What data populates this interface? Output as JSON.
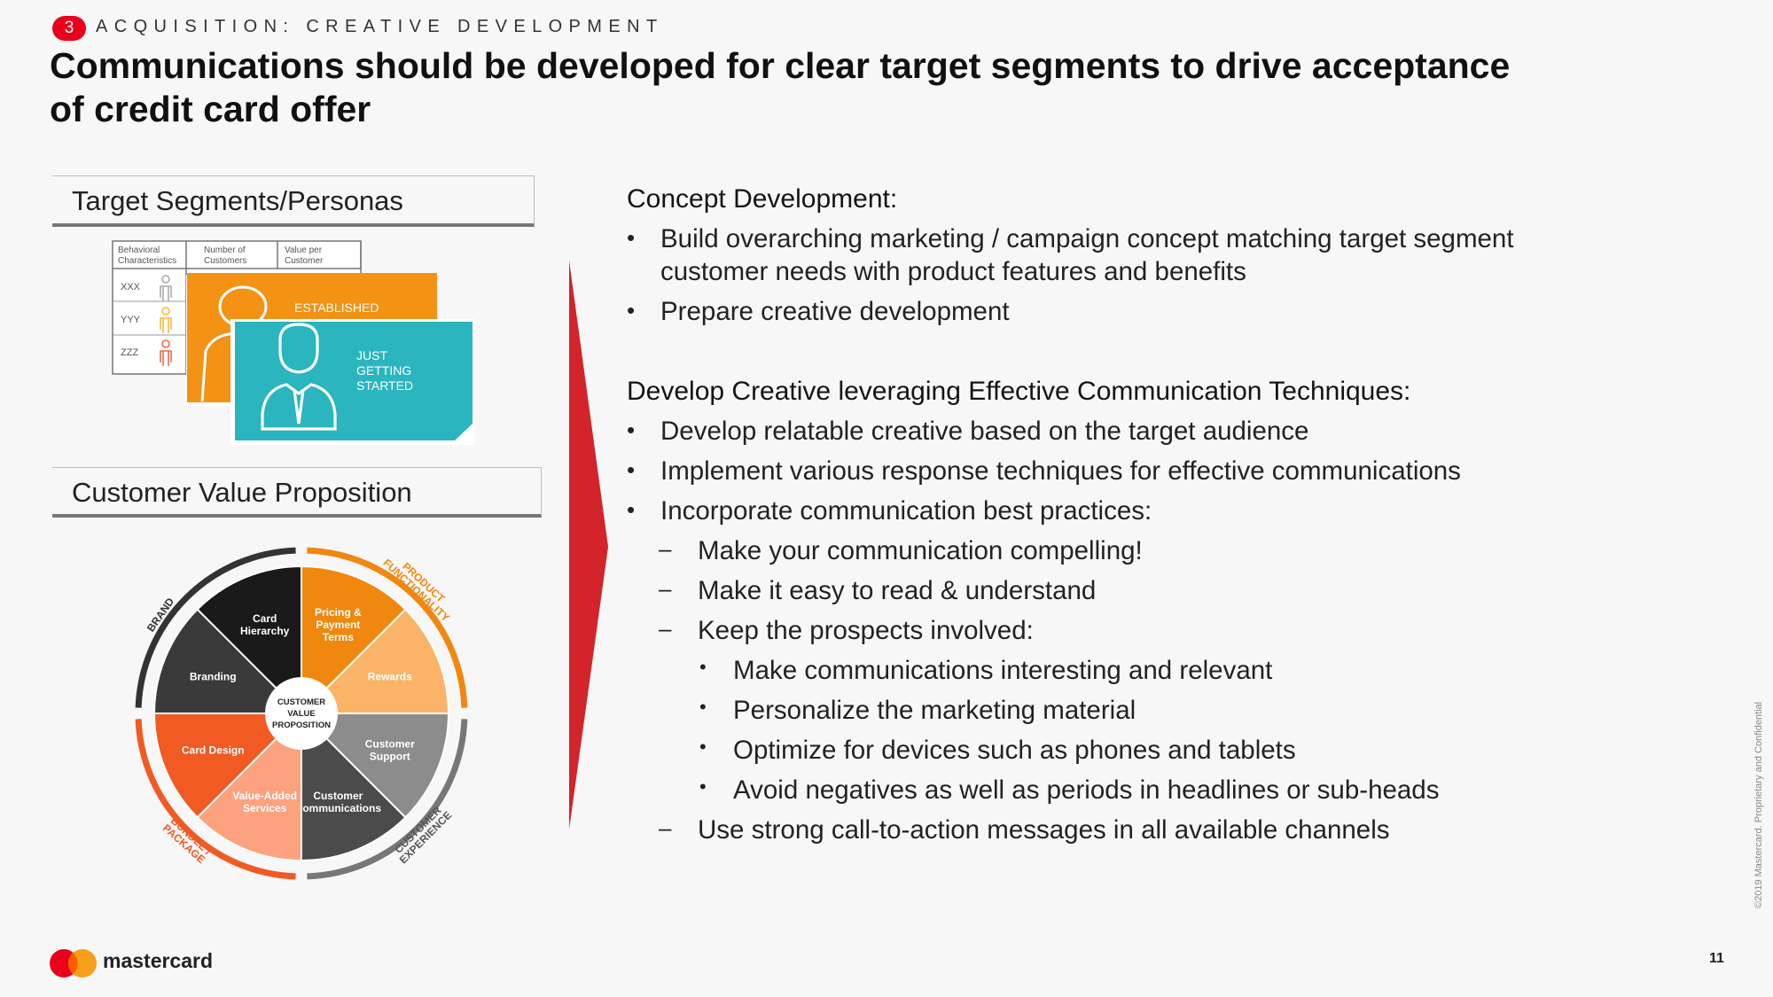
{
  "header": {
    "section_number": "3",
    "section_label": "ACQUISITION: CREATIVE DEVELOPMENT",
    "title_line1": "Communications should be developed for clear target segments to drive acceptance",
    "title_line2": "of credit card offer"
  },
  "left": {
    "segments_heading": "Target Segments/Personas",
    "segment_table": {
      "headers": [
        "Behavioral Characteristics",
        "Number of Customers",
        "Value per Customer"
      ],
      "rows": [
        "XXX",
        "YYY",
        "ZZZ"
      ]
    },
    "persona_orange_label": "ESTABLISHED",
    "persona_teal_label": [
      "JUST",
      "GETTING",
      "STARTED"
    ],
    "cvp_heading": "Customer Value Proposition",
    "wheel": {
      "center": [
        "CUSTOMER",
        "VALUE",
        "PROPOSITION"
      ],
      "segments": [
        {
          "label": [
            "Card",
            "Hierarchy"
          ],
          "color": "#1a1a1a"
        },
        {
          "label": [
            "Pricing &",
            "Payment",
            "Terms"
          ],
          "color": "#f0870f"
        },
        {
          "label": [
            "Rewards"
          ],
          "color": "#fbb467"
        },
        {
          "label": [
            "Customer",
            "Support"
          ],
          "color": "#8c8c8c"
        },
        {
          "label": [
            "Customer",
            "Communications"
          ],
          "color": "#4b4b4b"
        },
        {
          "label": [
            "Value-Added",
            "Services"
          ],
          "color": "#fca27e"
        },
        {
          "label": [
            "Card Design"
          ],
          "color": "#f15a22"
        },
        {
          "label": [
            "Branding"
          ],
          "color": "#3a3a3a"
        }
      ],
      "outer_labels": {
        "brand": "BRAND",
        "product": [
          "PRODUCT",
          "FUNCTIONALITY"
        ],
        "customer": [
          "CUSTOMER",
          "EXPERIENCE"
        ],
        "bundle": [
          "BUNDLE /",
          "PACKAGE"
        ]
      },
      "outer_colors": {
        "brand": "#333333",
        "product": "#f0870f",
        "customer": "#777777",
        "bundle": "#f15a22"
      }
    }
  },
  "right": {
    "concept_heading": "Concept Development:",
    "concept_bullets": [
      "Build overarching marketing / campaign concept matching target segment",
      "customer needs with product features and benefits",
      "Prepare creative development"
    ],
    "creative_heading": "Develop Creative leveraging Effective Communication Techniques:",
    "creative_bullets": [
      "Develop relatable creative based on the target audience",
      "Implement various response techniques for effective communications",
      "Incorporate communication best practices:"
    ],
    "dash_items": [
      "Make your communication compelling!",
      "Make it easy to read & understand",
      "Keep the prospects involved:"
    ],
    "sub_bullets": [
      "Make communications interesting and relevant",
      "Personalize the marketing material",
      "Optimize for devices such as phones and tablets",
      "Avoid negatives as well as periods in headlines or sub-heads"
    ],
    "final_dash": "Use strong call-to-action messages in all available channels"
  },
  "footer": {
    "brand": "mastercard",
    "page_number": "11",
    "copyright": "©2019 Mastercard. Proprietary and Confidential"
  },
  "colors": {
    "accent_red": "#eb001b",
    "mc_red": "#eb001b",
    "mc_yellow": "#f79e1b",
    "orange": "#f39214",
    "teal": "#2bb5bf",
    "arrow_red": "#d3232b"
  }
}
